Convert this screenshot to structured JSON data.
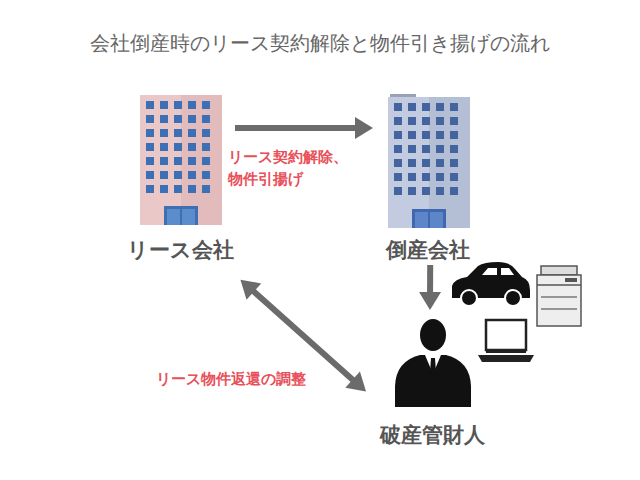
{
  "diagram": {
    "title": "会社倒産時のリース契約解除と物件引き揚げの流れ",
    "nodes": [
      {
        "text": [
          "リース会社"
        ]
      },
      {
        "text": [
          "倒産会社"
        ]
      },
      {
        "text": [
          "破産管財人"
        ]
      }
    ],
    "edges": [
      {
        "from": 0,
        "to": 1,
        "label": "リース契約解除、 物件引揚げ",
        "arrow": "to"
      },
      {
        "from": 1,
        "to": 2,
        "arrow": "to"
      },
      {
        "from": 0,
        "to": 2,
        "label": "リース物件返還の調整",
        "arrow": "both"
      }
    ]
  }
}
